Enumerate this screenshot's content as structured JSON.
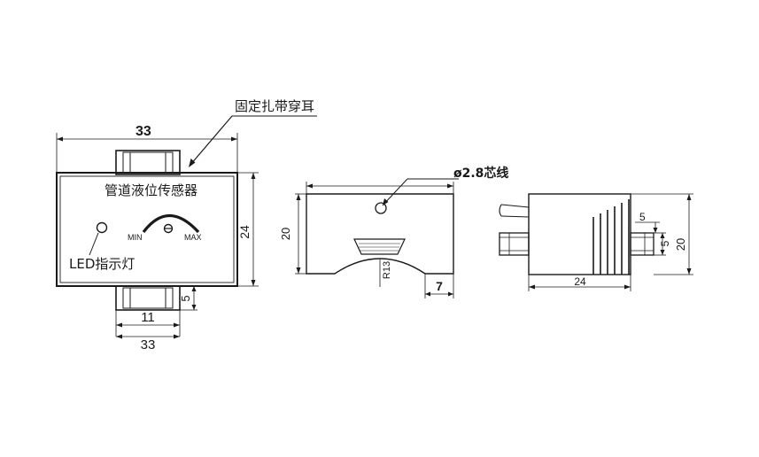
{
  "front_view": {
    "top_width": "33",
    "title": "管道液位传感器",
    "height": "24",
    "led_label": "LED指示灯",
    "min_label": "MIN",
    "max_label": "MAX",
    "ear_width": "11",
    "ear_depth": "5",
    "bottom_width": "33",
    "callout": "固定扎带穿耳"
  },
  "side_view": {
    "height": "20",
    "hole_label": "ø2.8芯线",
    "radius": "R13",
    "step_width": "7"
  },
  "top_view": {
    "ear_top": "5",
    "ear_gap": "5",
    "height": "20",
    "length": "24"
  }
}
